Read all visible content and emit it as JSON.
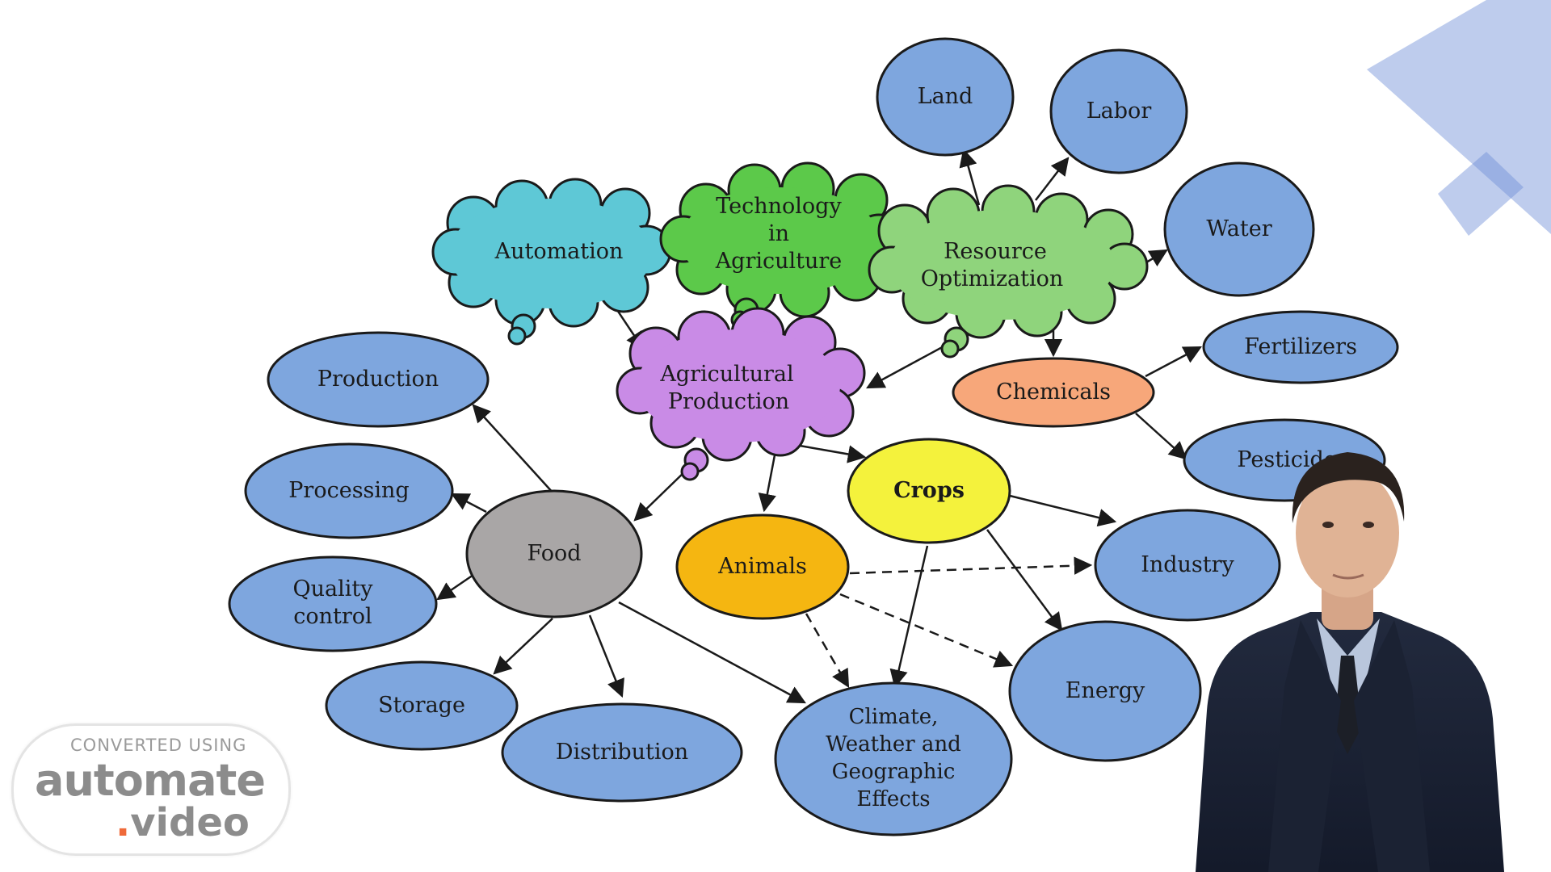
{
  "diagram": {
    "nodes": {
      "automation": "Automation",
      "technology": [
        "Technology",
        "in",
        "Agriculture"
      ],
      "resource": [
        "Resource",
        "Optimization"
      ],
      "agricultural": [
        "Agricultural",
        "Production"
      ],
      "land": "Land",
      "labor": "Labor",
      "water": "Water",
      "fertilizers": "Fertilizers",
      "chemicals": "Chemicals",
      "pesticides": "Pesticides",
      "production": "Production",
      "processing": "Processing",
      "quality": [
        "Quality",
        "control"
      ],
      "storage": "Storage",
      "distribution": "Distribution",
      "food": "Food",
      "animals": "Animals",
      "crops": "Crops",
      "industry": "Industry",
      "energy": "Energy",
      "climate": [
        "Climate,",
        "Weather and",
        "Geographic",
        "Effects"
      ]
    },
    "colors": {
      "blue": "#7ea6de",
      "cyan": "#5ec8d6",
      "green": "#5cc94a",
      "lightgreen": "#8fd47c",
      "purple": "#c98be6",
      "orange": "#f7a77a",
      "yellow": "#f4f23c",
      "amber": "#f5b611",
      "gray": "#a9a6a6",
      "accent": "#6f8fd6"
    }
  },
  "badge": {
    "line1": "CONVERTED USING",
    "line2": "automate",
    "line3_dot": ".",
    "line3": "video"
  },
  "presenter": {
    "icon": "presenter-avatar"
  }
}
